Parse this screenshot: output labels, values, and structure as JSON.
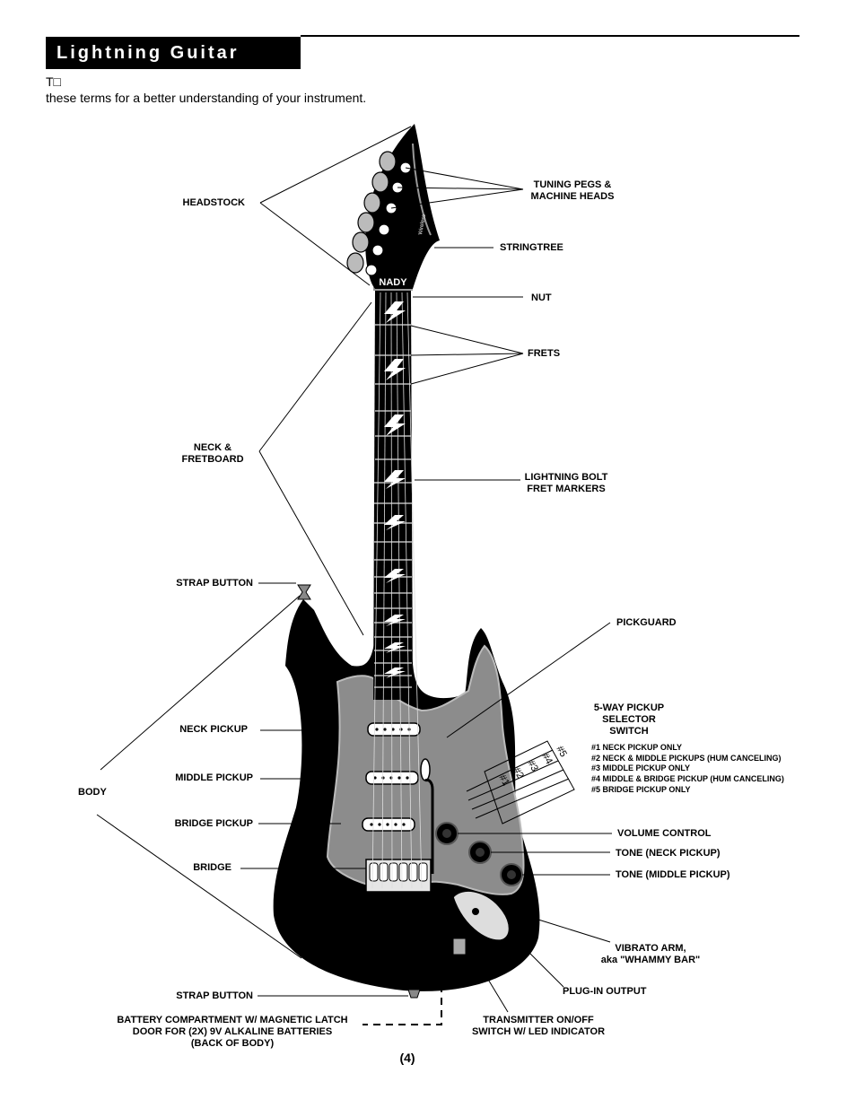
{
  "header": {
    "title": "Lightning Guitar Parts",
    "intro_line1": "T□",
    "intro_line2": "these terms for a better understanding of your instrument."
  },
  "labels": {
    "headstock": "HEADSTOCK",
    "tuning_pegs_1": "TUNING PEGS &",
    "tuning_pegs_2": "MACHINE HEADS",
    "stringtree": "STRINGTREE",
    "nut": "NUT",
    "frets": "FRETS",
    "neck_1": "NECK &",
    "neck_2": "FRETBOARD",
    "markers_1": "LIGHTNING BOLT",
    "markers_2": "FRET MARKERS",
    "strap_button_top": "STRAP BUTTON",
    "pickguard": "PICKGUARD",
    "selector_1": "5-WAY PICKUP",
    "selector_2": "SELECTOR",
    "selector_3": "SWITCH",
    "neck_pickup": "NECK PICKUP",
    "middle_pickup": "MIDDLE PICKUP",
    "body": "BODY",
    "bridge_pickup": "BRIDGE PICKUP",
    "bridge": "BRIDGE",
    "volume": "VOLUME CONTROL",
    "tone_neck": "TONE (NECK PICKUP)",
    "tone_middle": "TONE (MIDDLE PICKUP)",
    "vibrato_1": "VIBRATO ARM,",
    "vibrato_2": "aka \"WHAMMY BAR\"",
    "plug_in": "PLUG-IN OUTPUT",
    "strap_button_bottom": "STRAP BUTTON",
    "battery_1": "BATTERY COMPARTMENT W/ MAGNETIC LATCH",
    "battery_2": "DOOR FOR (2X) 9V ALKALINE BATTERIES",
    "battery_3": "(BACK OF BODY)",
    "transmitter_1": "TRANSMITTER ON/OFF",
    "transmitter_2": "SWITCH W/ LED INDICATOR"
  },
  "selector_positions": [
    "#1 NECK PICKUP ONLY",
    "#2 NECK & MIDDLE PICKUPS (HUM CANCELING)",
    "#3 MIDDLE PICKUP ONLY",
    "#4 MIDDLE & BRIDGE PICKUP (HUM CANCELING)",
    "#5 BRIDGE PICKUP ONLY"
  ],
  "selector_numbers": [
    "#1",
    "#2",
    "#3",
    "#4",
    "#5"
  ],
  "brand": {
    "headstock_logo": "NADY",
    "headstock_model": "Wireless"
  },
  "footer": {
    "page_number": "(4)"
  }
}
